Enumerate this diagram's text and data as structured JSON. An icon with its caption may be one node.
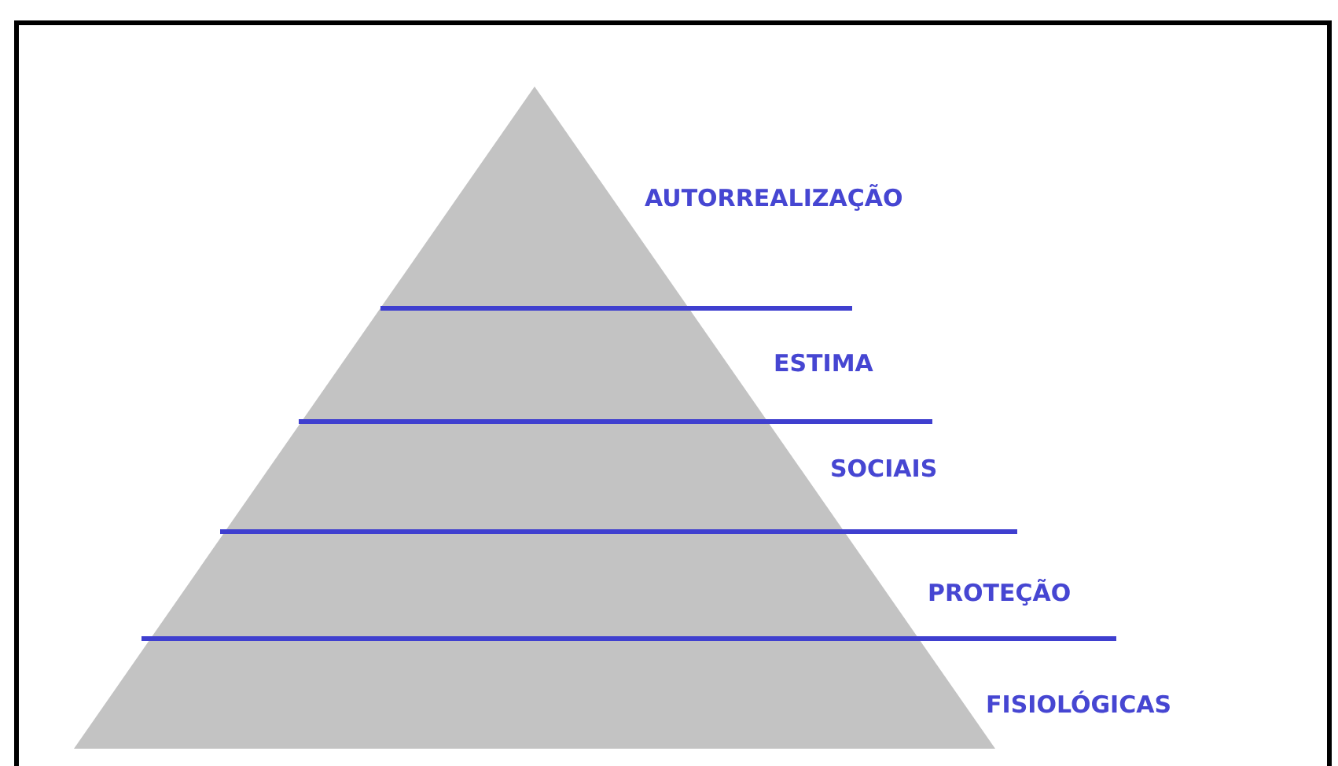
{
  "diagram": {
    "labels": [
      "AUTORREALIZAÇÃO",
      "ESTIMA",
      "SOCIAIS",
      "PROTEÇÃO",
      "FISIOLÓGICAS"
    ]
  }
}
